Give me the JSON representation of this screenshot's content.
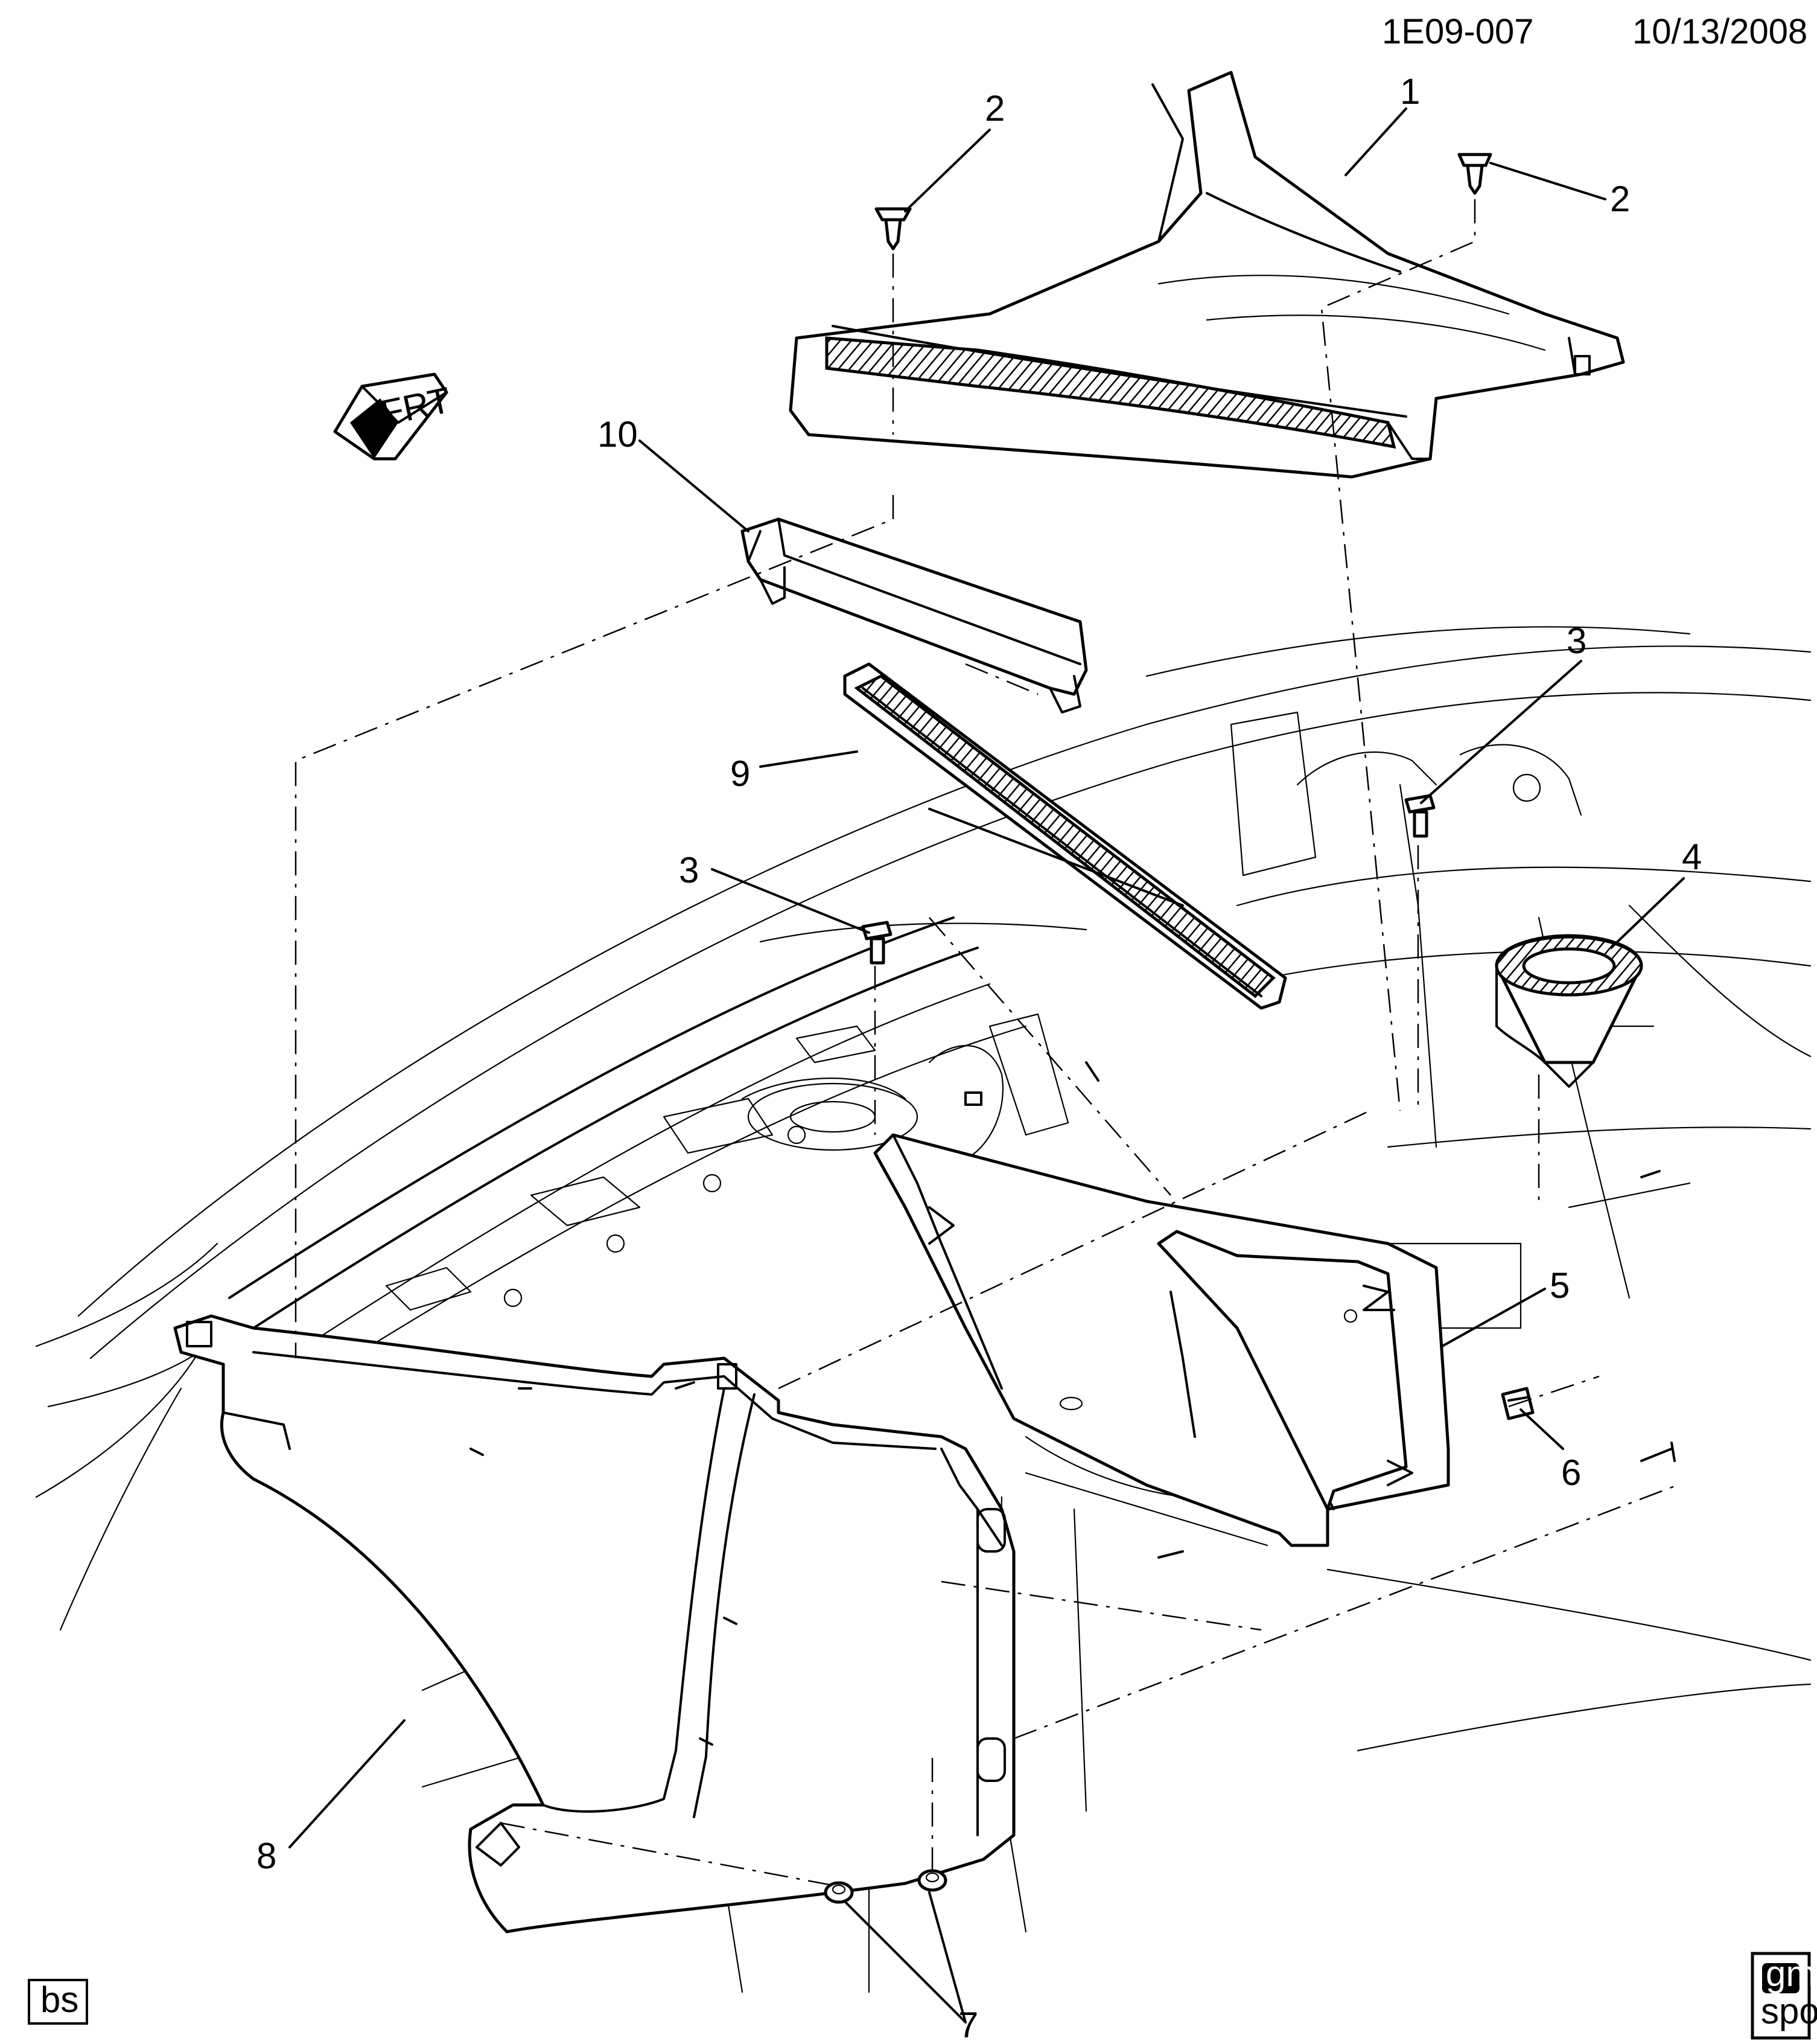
{
  "header": {
    "code": "1E09-007",
    "date": "10/13/2008"
  },
  "front_indicator": {
    "text": "FRT",
    "icon": "front-arrow-icon"
  },
  "footer": {
    "left_badge": "bs",
    "right_logo_top": "gm",
    "right_logo_bottom": "spo"
  },
  "callouts": [
    {
      "id": "c1",
      "text": "1"
    },
    {
      "id": "c2a",
      "text": "2"
    },
    {
      "id": "c2b",
      "text": "2"
    },
    {
      "id": "c3a",
      "text": "3"
    },
    {
      "id": "c3b",
      "text": "3"
    },
    {
      "id": "c4",
      "text": "4"
    },
    {
      "id": "c5",
      "text": "5"
    },
    {
      "id": "c6",
      "text": "6"
    },
    {
      "id": "c7",
      "text": "7"
    },
    {
      "id": "c8",
      "text": "8"
    },
    {
      "id": "c9",
      "text": "9"
    },
    {
      "id": "c10",
      "text": "10"
    }
  ]
}
